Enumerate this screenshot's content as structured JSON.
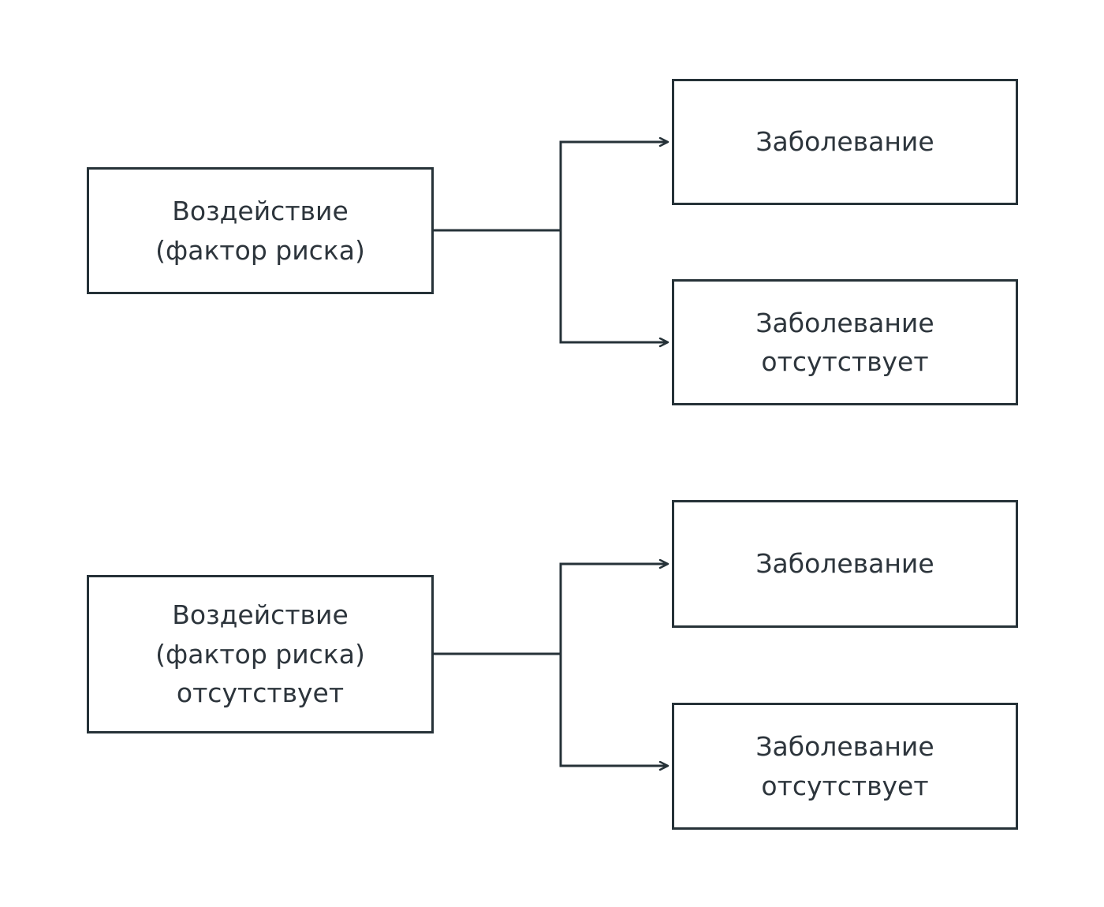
{
  "diagram": {
    "title": "cohort-study-exposure-outcome-diagram",
    "colors": {
      "background": "#ffffff",
      "stroke": "#263238",
      "text": "#2d353c",
      "node_fill": "#ffffff"
    },
    "nodes": {
      "exposure": {
        "label": "Воздействие\n(фактор риска)"
      },
      "disease_top": {
        "label": "Заболевание"
      },
      "no_disease_top": {
        "label": "Заболевание\nотсутствует"
      },
      "no_exposure": {
        "label": "Воздействие\n(фактор риска)\nотсутствует"
      },
      "disease_bottom": {
        "label": "Заболевание"
      },
      "no_disease_bottom": {
        "label": "Заболевание\nотсутствует"
      }
    }
  }
}
